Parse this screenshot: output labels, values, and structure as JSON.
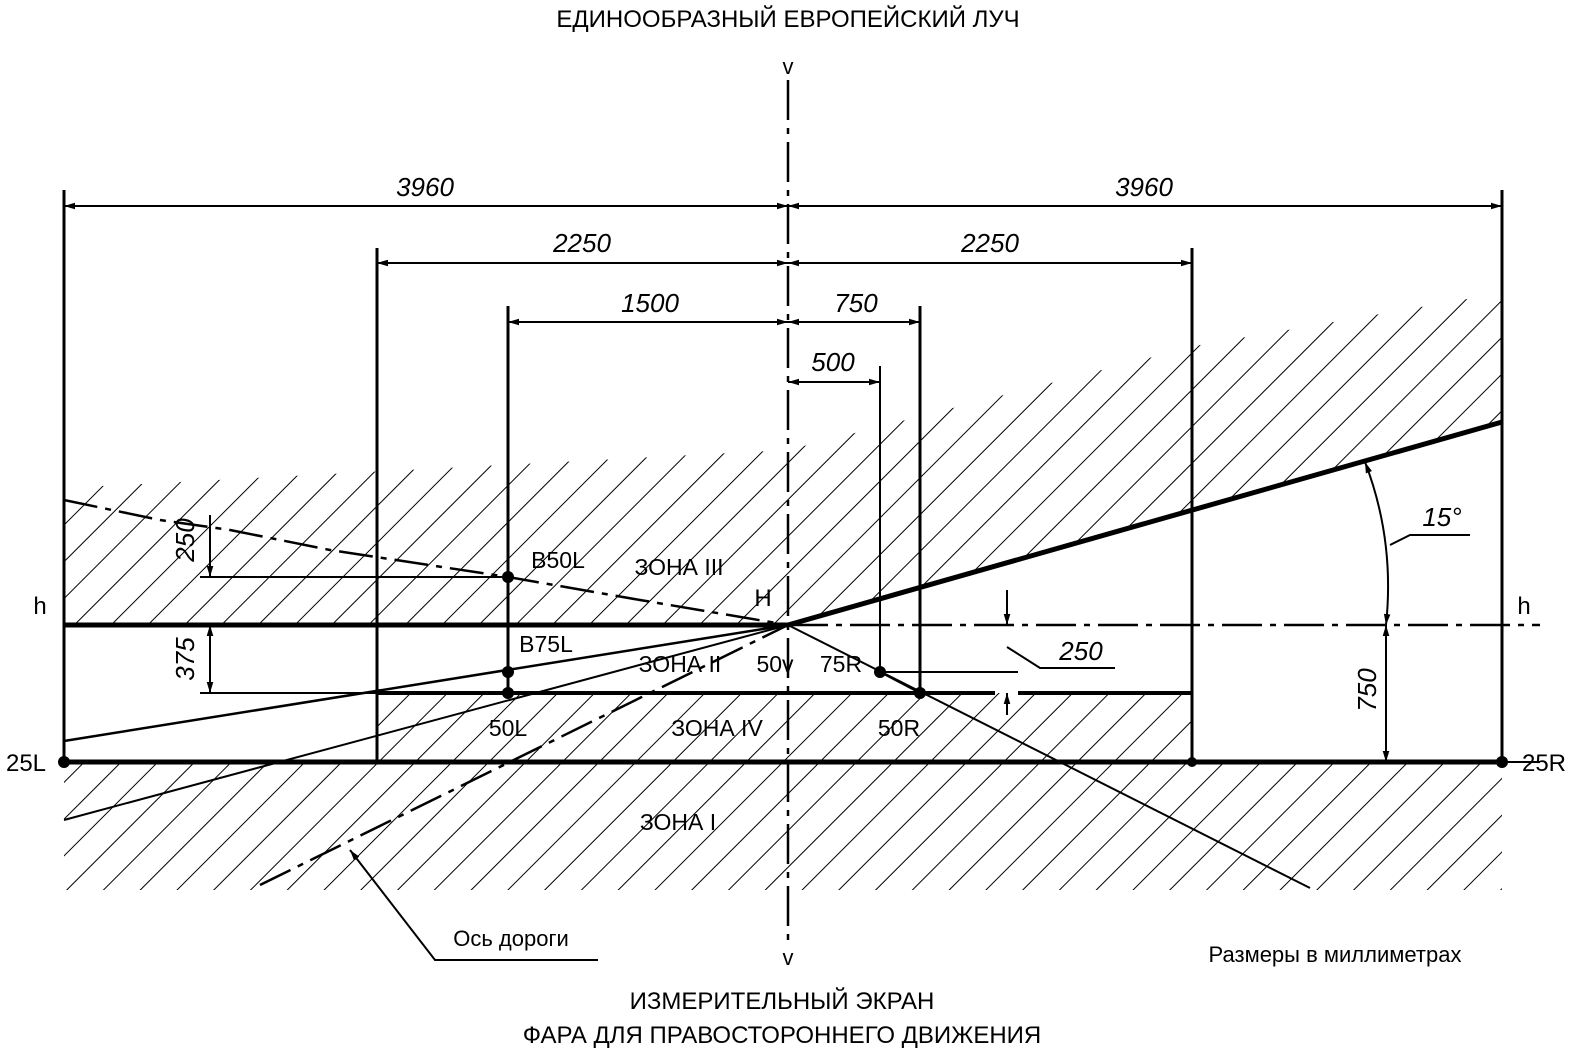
{
  "title": "ЕДИНООБРАЗНЫЙ ЕВРОПЕЙСКИЙ ЛУЧ",
  "caption_line1": "ИЗМЕРИТЕЛЬНЫЙ ЭКРАН",
  "caption_line2": "ФАРА ДЛЯ ПРАВОСТОРОННЕГО ДВИЖЕНИЯ",
  "units_note": "Размеры в миллиметрах",
  "axis_labels": {
    "v_top": "v",
    "v_bottom": "v",
    "h_left": "h",
    "h_right": "h",
    "H": "H"
  },
  "points": {
    "p25L": "25L",
    "p25R": "25R",
    "B50L": "B50L",
    "B75L": "B75L",
    "p50L": "50L",
    "p50v": "50v",
    "p75R": "75R",
    "p50R": "50R"
  },
  "zones": {
    "z1": "ЗОНА I",
    "z2": "ЗОНА II",
    "z3": "ЗОНА III",
    "z4": "ЗОНА IV"
  },
  "road_axis": "Ось дороги",
  "dimensions": {
    "left_3960": "3960",
    "right_3960": "3960",
    "left_2250": "2250",
    "right_2250": "2250",
    "d1500": "1500",
    "d750_top": "750",
    "d500": "500",
    "d250_left": "250",
    "d375": "375",
    "d250_right": "250",
    "d750_right": "750",
    "angle": "15°"
  }
}
